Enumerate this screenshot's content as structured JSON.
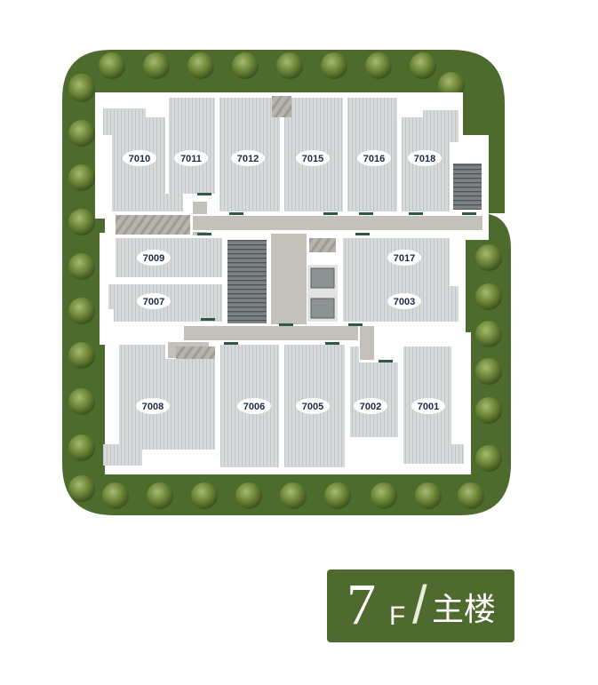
{
  "floor": {
    "number": "7",
    "unit": "F",
    "separator": "/",
    "building": "主楼"
  },
  "units": {
    "u7010": "7010",
    "u7011": "7011",
    "u7012": "7012",
    "u7015": "7015",
    "u7016": "7016",
    "u7018": "7018",
    "u7009": "7009",
    "u7017": "7017",
    "u7007": "7007",
    "u7003": "7003",
    "u7008": "7008",
    "u7006": "7006",
    "u7005": "7005",
    "u7002": "7002",
    "u7001": "7001"
  },
  "colors": {
    "lawn": "#4d6b2c",
    "tree": "#6f8a3e",
    "room": "#d3d6d6",
    "corridor": "#c3c1b9",
    "badge": "#4f6a2f"
  }
}
